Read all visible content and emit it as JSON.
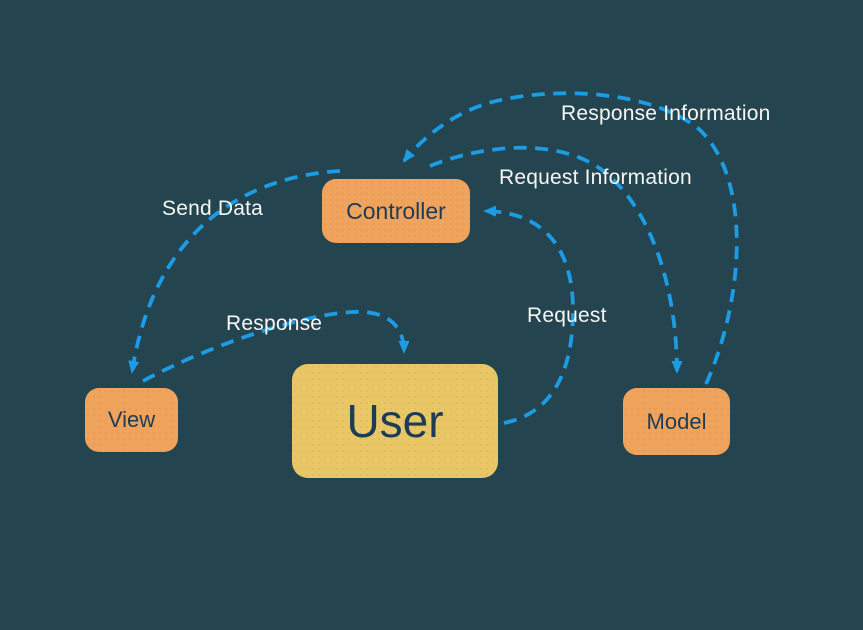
{
  "diagram": {
    "type": "mvc-flow-diagram",
    "background": "#24444F"
  },
  "colors": {
    "bg": "#24444F",
    "node_fill": "#F0A35C",
    "user_fill": "#E9C666",
    "node_text": "#1D3D56",
    "arrow": "#1B9CE5",
    "label_text": "#F6F6F4"
  },
  "nodes": {
    "controller": {
      "label": "Controller"
    },
    "view": {
      "label": "View"
    },
    "user": {
      "label": "User"
    },
    "model": {
      "label": "Model"
    }
  },
  "edges": {
    "send_data": {
      "label": "Send Data",
      "from": "Controller",
      "to": "View"
    },
    "response": {
      "label": "Response",
      "from": "View",
      "to": "User"
    },
    "request": {
      "label": "Request",
      "from": "User",
      "to": "Controller"
    },
    "request_information": {
      "label": "Request Information",
      "from": "Controller",
      "to": "Model"
    },
    "response_information": {
      "label": "Response Information",
      "from": "Model",
      "to": "Controller"
    }
  }
}
